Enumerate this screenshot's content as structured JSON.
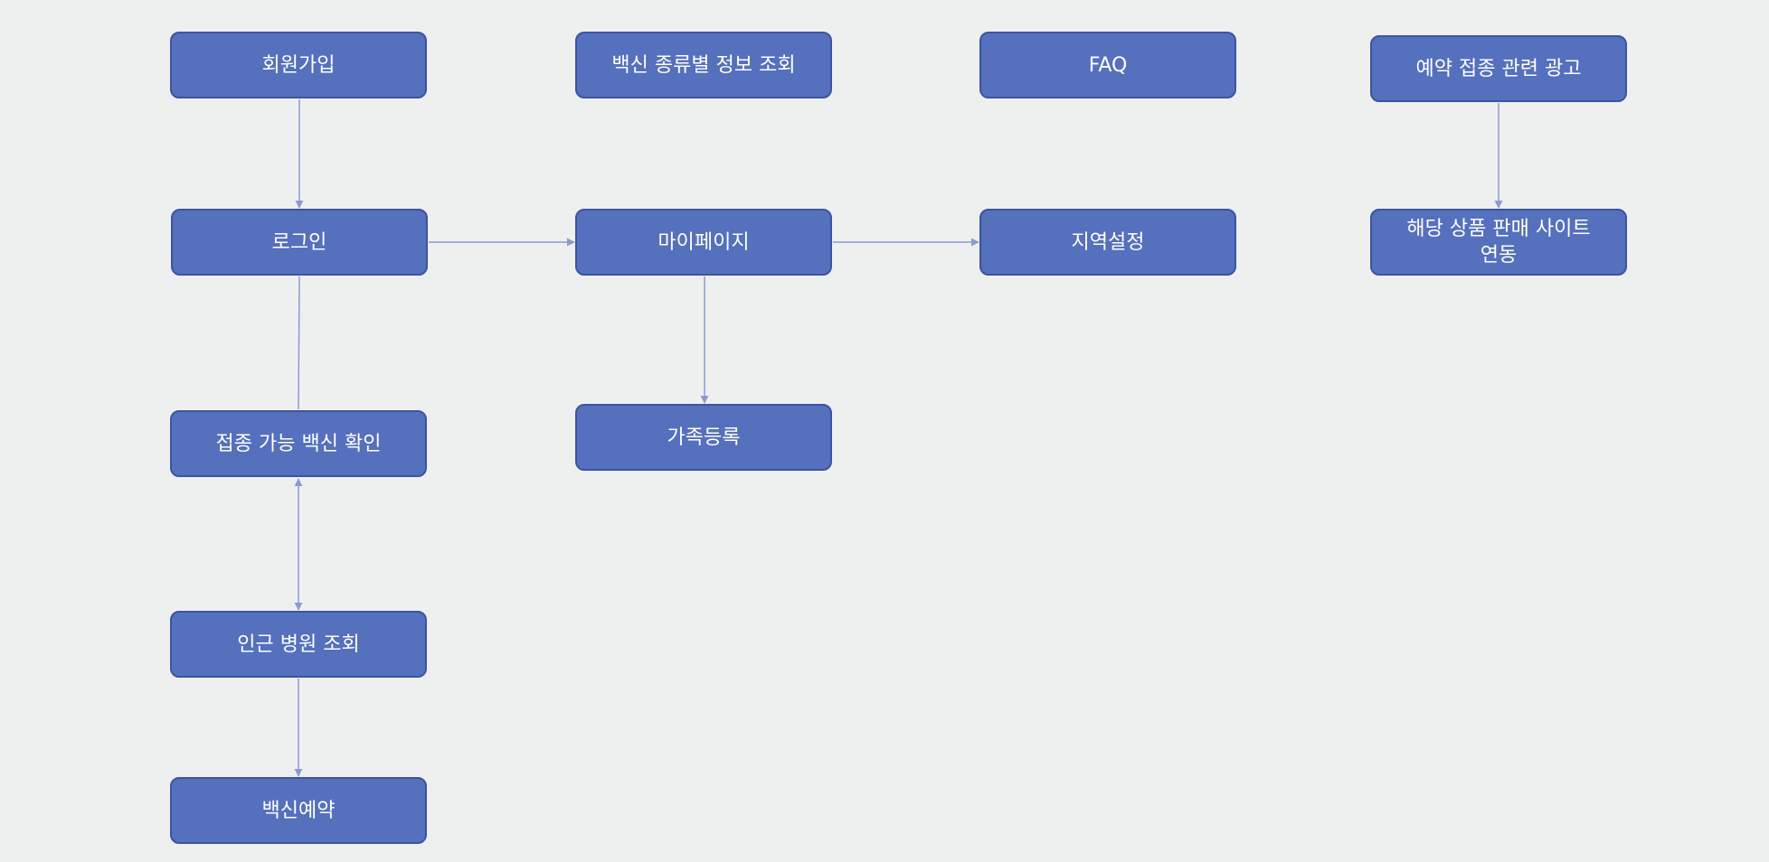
{
  "nodes": {
    "signup": "회원가입",
    "vaccine_info": "백신 종류별 정보 조회",
    "faq": "FAQ",
    "ad": "예약 접종 관련 광고",
    "login": "로그인",
    "mypage": "마이페이지",
    "region": "지역설정",
    "shop_link": "해당 상품 판매 사이트\n연동",
    "family": "가족등록",
    "available_vaccine": "접종 가능 백신 확인",
    "nearby_hospital": "인근 병원 조회",
    "vaccine_reservation": "백신예약"
  },
  "edges": [
    {
      "from": "회원가입",
      "to": "로그인"
    },
    {
      "from": "로그인",
      "to": "마이페이지"
    },
    {
      "from": "마이페이지",
      "to": "지역설정"
    },
    {
      "from": "마이페이지",
      "to": "가족등록"
    },
    {
      "from": "로그인",
      "to": "접종 가능 백신 확인"
    },
    {
      "from": "접종 가능 백신 확인",
      "to": "인근 병원 조회",
      "bidirectional": true
    },
    {
      "from": "인근 병원 조회",
      "to": "백신예약"
    },
    {
      "from": "예약 접종 관련 광고",
      "to": "해당 상품 판매 사이트\n연동"
    }
  ],
  "colors": {
    "background": "#eef0f0",
    "node_fill": "#5570bd",
    "node_border": "#3d54a0",
    "node_text": "#ffffff",
    "edge": "#8a9bd0"
  }
}
